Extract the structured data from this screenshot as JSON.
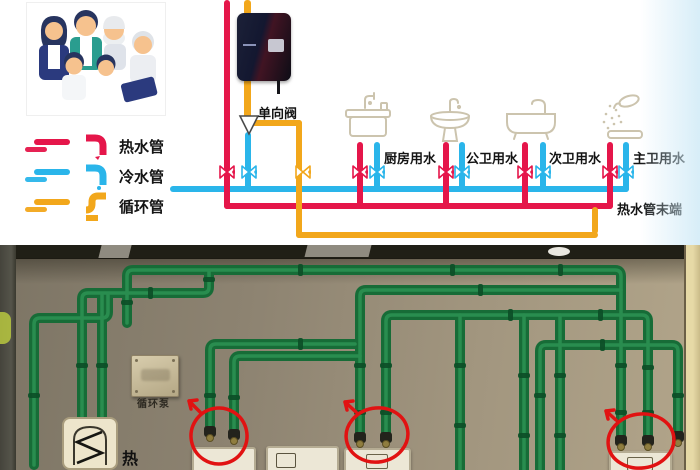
{
  "diagram": {
    "valve_label": "单向阀",
    "end_label": "热水管末端",
    "legend": [
      {
        "name": "hot-water-pipe",
        "label": "热水管",
        "color": "#e5164a"
      },
      {
        "name": "cold-water-pipe",
        "label": "冷水管",
        "color": "#2ab5ea"
      },
      {
        "name": "circulation-pipe",
        "label": "循环管",
        "color": "#f2a71b"
      }
    ],
    "fixtures": [
      {
        "name": "kitchen",
        "label": "厨房用水"
      },
      {
        "name": "public-bathroom",
        "label": "公卫用水"
      },
      {
        "name": "second-bathroom",
        "label": "次卫用水"
      },
      {
        "name": "master-bathroom",
        "label": "主卫用水"
      }
    ]
  },
  "photo": {
    "pump_label": "循环泵",
    "heater_label": "热",
    "pipe_color": "#1d7a3e",
    "highlight_color": "#e11212",
    "wall_color": "#9c9180"
  }
}
